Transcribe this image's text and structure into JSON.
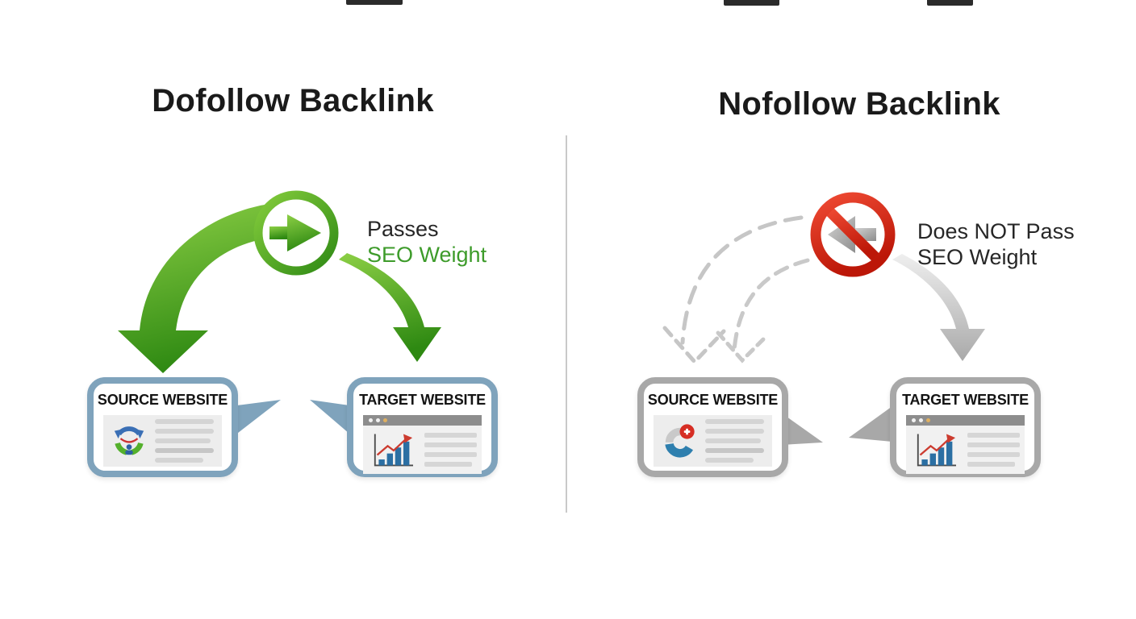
{
  "colors": {
    "text-dark": "#1a1a1a",
    "green": "#4aa823",
    "green-text": "#3d9b2a",
    "red": "#d7281d",
    "divider": "#c9c9c9",
    "dofollow-card-border": "#7fa3bc",
    "nofollow-card-border": "#a8a8a8",
    "bar-blue": "#2b6fa3",
    "chart-red": "#cc3b2f"
  },
  "dofollow": {
    "title": "Dofollow Backlink",
    "badge_icon": "green-circle-arrow-right",
    "caption": {
      "line1": "Passes",
      "line2": "SEO Weight"
    },
    "source_card": {
      "label": "SOURCE WEBSITE"
    },
    "target_card": {
      "label": "TARGET WEBSITE"
    }
  },
  "nofollow": {
    "title": "Nofollow Backlink",
    "badge_icon": "no-entry-arrow-left",
    "caption": {
      "line1": "Does NOT Pass",
      "line2": "SEO Weight"
    },
    "source_card": {
      "label": "SOURCE WEBSITE"
    },
    "target_card": {
      "label": "TARGET WEBSITE"
    }
  }
}
